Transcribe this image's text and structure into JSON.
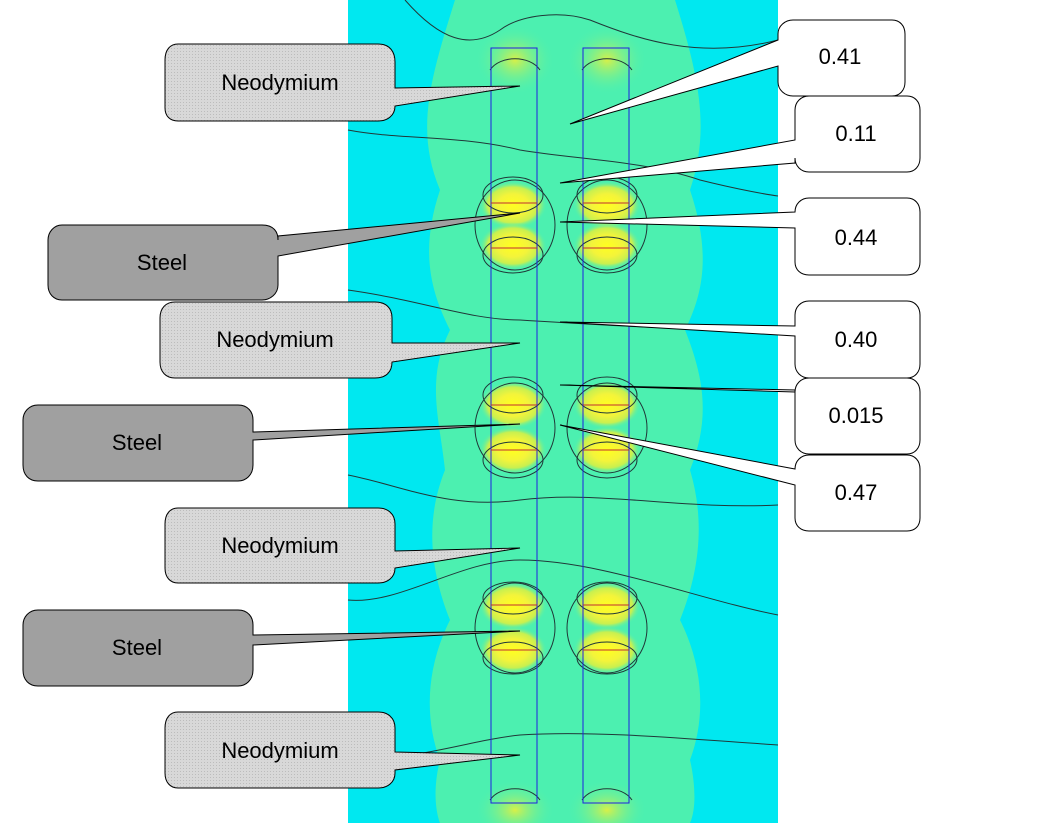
{
  "labels": {
    "material_neodymium": "Neodymium",
    "material_steel": "Steel"
  },
  "callouts_left": [
    {
      "label_key": "material_neodymium",
      "style": "light"
    },
    {
      "label_key": "material_steel",
      "style": "dark"
    },
    {
      "label_key": "material_neodymium",
      "style": "light"
    },
    {
      "label_key": "material_steel",
      "style": "dark"
    },
    {
      "label_key": "material_neodymium",
      "style": "light"
    },
    {
      "label_key": "material_steel",
      "style": "dark"
    },
    {
      "label_key": "material_neodymium",
      "style": "light"
    }
  ],
  "callouts_right": [
    "0.41",
    "0.11",
    "0.44",
    "0.40",
    "0.015",
    "0.47"
  ],
  "colors": {
    "background_field": "#00e8f0",
    "field_medium": "#4cf0b0",
    "field_high": "#c8f050",
    "field_peak": "#ffff20",
    "magnet_outline": "#2020e0",
    "contour": "#203838",
    "callout_light": "#d6d6d6",
    "callout_dark": "#a0a0a0",
    "callout_value": "#ffffff"
  }
}
